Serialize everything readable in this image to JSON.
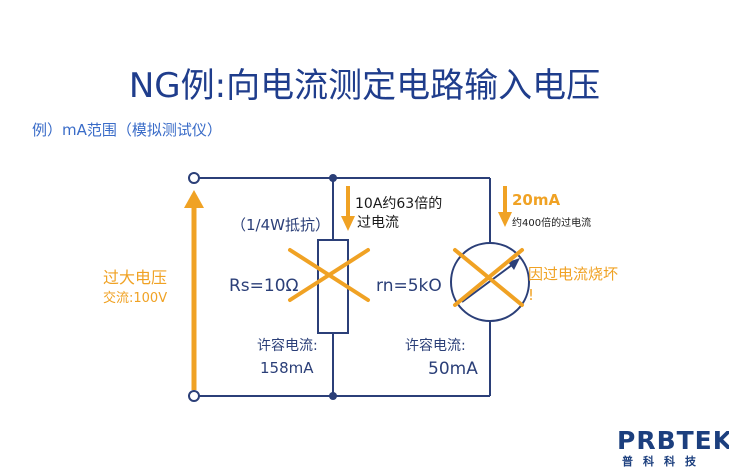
{
  "title": "NG例:向电流测定电路输入电压",
  "subtitle": "例）mA范围（模拟测试仪）",
  "labels": {
    "overvoltage": "过大电压",
    "ac": "交流:100V",
    "resistor_rating": "（1/4W抵抗）",
    "rs": "Rs=10Ω",
    "rs_allow_label": "许容电流:",
    "rs_allow_value": "158mA",
    "overcurrent_rs_line1": "10A约63倍的",
    "overcurrent_rs_line2": "过电流",
    "rn": "rn=5kO",
    "meter_current": "20mA",
    "meter_over": "约400倍的过电流",
    "meter_allow_label": "许容电流:",
    "meter_allow_value": "50mA",
    "burn_line1": "因过电流烧坏",
    "burn_line2": "!"
  },
  "logo": {
    "name": "PRBTEK",
    "sub": "普科科技"
  },
  "colors": {
    "circuit": "#2b3f78",
    "accent": "#f0a224",
    "title": "#1f3d8c"
  }
}
